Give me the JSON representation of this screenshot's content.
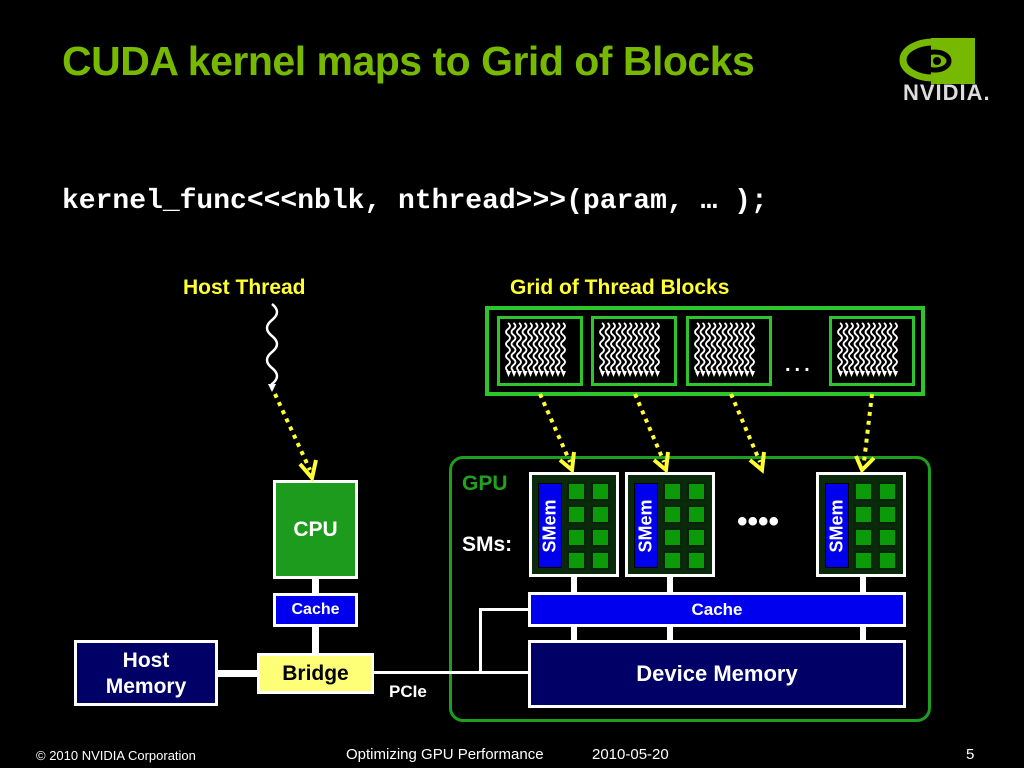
{
  "slide": {
    "title": "CUDA kernel maps to Grid of Blocks",
    "code_line": "kernel_func<<<nblk, nthread>>>(param, … );",
    "logo_text": "NVIDIA."
  },
  "diagram": {
    "host_thread_label": "Host Thread",
    "grid_label": "Grid of Thread Blocks",
    "grid_ellipsis": "...",
    "gpu_label": "GPU",
    "sms_label": "SMs:",
    "sm_smem_label": "SMem",
    "sm_ellipsis": "••••",
    "gpu_cache_label": "Cache",
    "device_memory_label": "Device Memory",
    "cpu_label": "CPU",
    "host_cache_label": "Cache",
    "bridge_label": "Bridge",
    "host_memory_label": "Host Memory",
    "pcie_label": "PCIe",
    "colors": {
      "title_green": "#76b900",
      "grid_green": "#2cc52c",
      "gpu_border_green": "#1e9e1e",
      "arrow_yellow": "#ffff33",
      "cache_blue": "#0000ee",
      "memory_navy": "#000066",
      "bridge_yellow": "#ffff77",
      "cpu_green": "#1c9b1c"
    }
  },
  "footer": {
    "copyright": "©  2010 NVIDIA Corporation",
    "presentation": "Optimizing GPU Performance",
    "date": "2010-05-20",
    "page_number": "5"
  }
}
